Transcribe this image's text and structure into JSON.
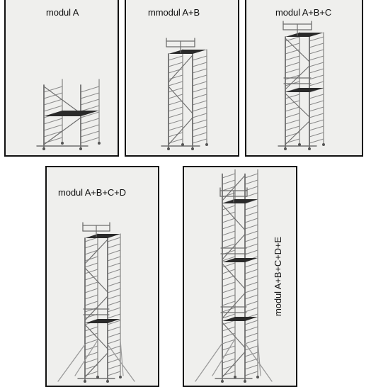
{
  "panels": [
    {
      "id": "a",
      "label": "modul A",
      "levels": 1,
      "stabilizers": false
    },
    {
      "id": "ab",
      "label": "mmodul A+B",
      "levels": 2,
      "stabilizers": false
    },
    {
      "id": "abc",
      "label": "modul A+B+C",
      "levels": 3,
      "stabilizers": false
    },
    {
      "id": "abcd",
      "label": "modul A+B+C+D",
      "levels": 4,
      "stabilizers": true
    },
    {
      "id": "abcde",
      "label": "modul A+B+C+D+E",
      "levels": 5,
      "stabilizers": true
    }
  ],
  "colors": {
    "border": "#111111",
    "panel_bg": "#efefed",
    "frame": "#6e6e6e",
    "platform": "#2a2a2a"
  }
}
